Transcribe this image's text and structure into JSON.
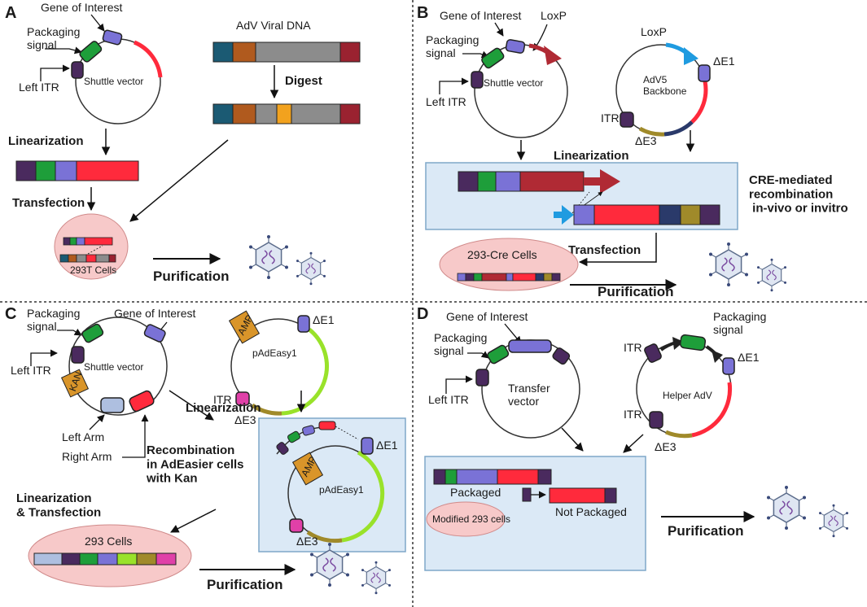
{
  "colors": {
    "purple_dark": "#4a2a5e",
    "green": "#1e9e3a",
    "periwinkle": "#7a72d6",
    "red": "#ff2a3c",
    "maroon": "#b02a34",
    "teal": "#1b5a73",
    "brown": "#b05a1e",
    "grey": "#8c8c8c",
    "orange_yellow": "#f2a21e",
    "dark_red": "#9a2230",
    "olive": "#a08a2a",
    "navy": "#2a3a6a",
    "lime": "#99e22a",
    "magenta": "#e040a8",
    "light_blue_box": "#dbe9f6",
    "pink_cell": "#f7c9c9",
    "blue_arrow": "#1f9be0"
  },
  "panelA": {
    "letter": "A",
    "gene_of_interest": "Gene of Interest",
    "packaging_signal": "Packaging\nsignal",
    "left_itr": "Left ITR",
    "shuttle_vector": "Shuttle vector",
    "adv_viral_dna": "AdV Viral DNA",
    "digest": "Digest",
    "linearization": "Linearization",
    "transfection": "Transfection",
    "cells": "293T Cells",
    "purification": "Purification"
  },
  "panelB": {
    "letter": "B",
    "gene_of_interest": "Gene of Interest",
    "loxp_1": "LoxP",
    "packaging_signal": "Packaging\nsignal",
    "left_itr": "Left ITR",
    "shuttle_vector": "Shuttle vector",
    "loxp_2": "LoxP",
    "delta_e1": "ΔE1",
    "backbone": "AdV5\nBackbone",
    "itr": "ITR",
    "delta_e3": "ΔE3",
    "linearization": "Linearization",
    "cre_mediated": "CRE-mediated\nrecombination\n in-vivo or invitro",
    "transfection": "Transfection",
    "cells": "293-Cre Cells",
    "purification": "Purification"
  },
  "panelC": {
    "letter": "C",
    "packaging_signal": "Packaging\nsignal",
    "gene_of_interest": "Gene of Interest",
    "left_itr": "Left ITR",
    "shuttle_vector": "Shuttle vector",
    "kan": "KAN",
    "left_arm": "Left Arm",
    "right_arm": "Right Arm",
    "amp": "AMP",
    "delta_e1": "ΔE1",
    "padeasy": "pAdEasy1",
    "itr": "ITR",
    "delta_e3": "ΔE3",
    "linearization": "Linearization",
    "recombination": "Recombination\nin AdEasier cells\nwith Kan",
    "amp_2": "AMP",
    "delta_e1_2": "ΔE1",
    "padeasy_2": "pAdEasy1",
    "delta_e3_2": "ΔE3",
    "lin_transfection": "Linearization\n& Transfection",
    "cells": "293  Cells",
    "purification": "Purification"
  },
  "panelD": {
    "letter": "D",
    "gene_of_interest": "Gene of Interest",
    "packaging_signal": "Packaging\nsignal",
    "left_itr": "Left ITR",
    "transfer_vector": "Transfer\nvector",
    "itr_top": "ITR",
    "packaging_signal_2": "Packaging\nsignal",
    "delta_e1": "ΔE1",
    "helper": "Helper AdV",
    "itr_bottom": "ITR",
    "delta_e3": "ΔE3",
    "packaged": "Packaged",
    "not_packaged": "Not Packaged",
    "cells": "Modified 293 cells",
    "purification": "Purification"
  }
}
